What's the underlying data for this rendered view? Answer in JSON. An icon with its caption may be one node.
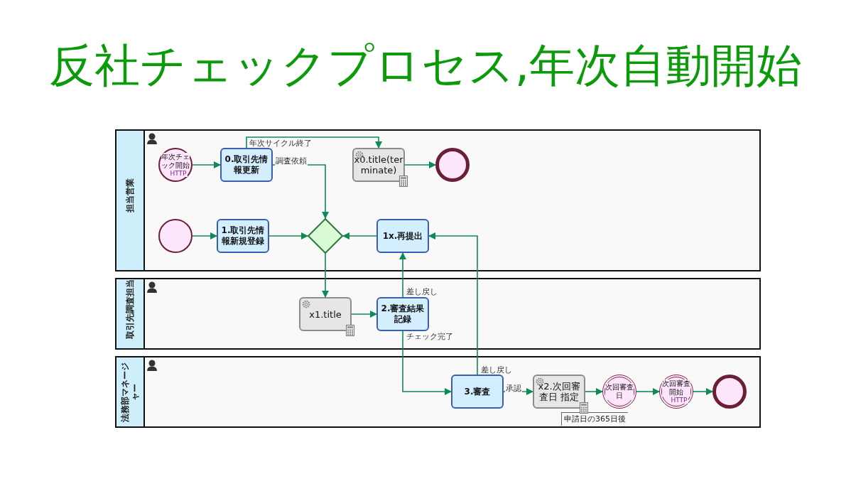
{
  "diagram": {
    "title": "反社チェックプロセス,年次自動開始",
    "nodes": [
      {
        "text": [
          "担当営業"
        ]
      },
      {
        "text": [
          "取引先調査担当"
        ]
      },
      {
        "text": [
          "法務部マネージャー"
        ]
      },
      {
        "text": [
          "年次チェック開始",
          "HTTP"
        ],
        "in": 0
      },
      {
        "text": [
          "0.取引先情報更新"
        ],
        "in": 0
      },
      {
        "text": [
          "x0.title(terminate)"
        ],
        "in": 0
      },
      {
        "text": [],
        "shape": "circle",
        "in": 0
      },
      {
        "text": [],
        "shape": "circle",
        "in": 0
      },
      {
        "text": [
          "1.取引先情報新規登録"
        ],
        "in": 0
      },
      {
        "text": [],
        "shape": "diamond",
        "in": 0
      },
      {
        "text": [
          "1x.再提出"
        ],
        "in": 0
      },
      {
        "text": [
          "x1.title"
        ],
        "in": 1
      },
      {
        "text": [
          "2.審査結果記録"
        ],
        "in": 1
      },
      {
        "text": [
          "3.審査"
        ],
        "in": 2
      },
      {
        "text": [
          "x2.次回審査日 指定"
        ],
        "in": 2,
        "beside": [
          "申請日の365日後"
        ]
      },
      {
        "text": [
          "次回審査日"
        ],
        "in": 2
      },
      {
        "text": [
          "次回審査開始",
          "HTTP"
        ],
        "in": 2
      },
      {
        "text": [],
        "shape": "circle",
        "in": 2
      }
    ],
    "edges": [
      {
        "from": 3,
        "to": 4,
        "arrow": "to"
      },
      {
        "from": 4,
        "to": 5,
        "arrow": "to",
        "label": "年次サイクル終了"
      },
      {
        "from": 4,
        "to": 9,
        "arrow": "to",
        "label": "調査依頼"
      },
      {
        "from": 5,
        "to": 6,
        "arrow": "to"
      },
      {
        "from": 7,
        "to": 8,
        "arrow": "to"
      },
      {
        "from": 8,
        "to": 9,
        "arrow": "to"
      },
      {
        "from": 10,
        "to": 9,
        "arrow": "to"
      },
      {
        "from": 9,
        "to": 11,
        "arrow": "to"
      },
      {
        "from": 11,
        "to": 12,
        "arrow": "to"
      },
      {
        "from": 12,
        "to": 10,
        "arrow": "to",
        "label": "差し戻し"
      },
      {
        "from": 12,
        "to": 13,
        "arrow": "to",
        "label": "チェック完了"
      },
      {
        "from": 13,
        "to": 10,
        "arrow": "to",
        "label": "差し戻し"
      },
      {
        "from": 13,
        "to": 14,
        "arrow": "to",
        "label": "承認"
      },
      {
        "from": 14,
        "to": 15,
        "arrow": "to"
      },
      {
        "from": 15,
        "to": 16,
        "arrow": "to"
      },
      {
        "from": 16,
        "to": 17,
        "arrow": "to"
      }
    ]
  }
}
